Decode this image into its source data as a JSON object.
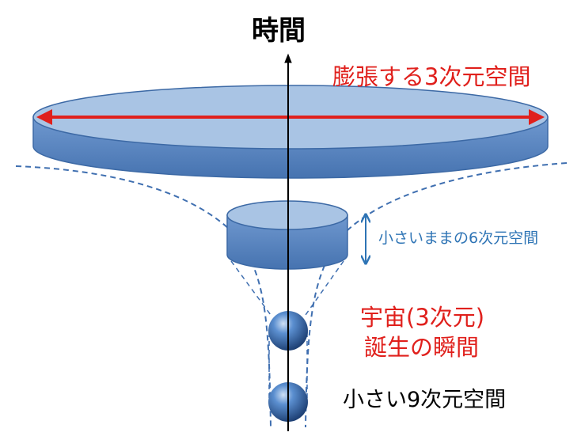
{
  "time_axis": {
    "label": "時間"
  },
  "expanding_space": {
    "label": "膨張する3次元空間"
  },
  "small_6d": {
    "label": "小さいままの6次元空間"
  },
  "birth": {
    "line1": "宇宙(3次元)",
    "line2": "誕生の瞬間"
  },
  "small_9d": {
    "label": "小さい9次元空間"
  },
  "colors": {
    "disk_fill": "#4f81bd",
    "disk_top": "#a9c4e4",
    "red_arrow": "#e0201c",
    "blue_text": "#2e74b5",
    "dashed": "#3f6fb0"
  }
}
